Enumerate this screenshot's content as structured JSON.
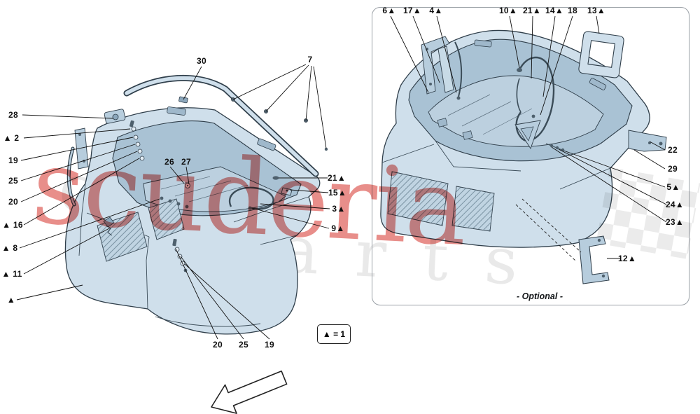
{
  "watermark": {
    "word": "scuderia",
    "ghost_top": "car",
    "ghost_bottom": "parts"
  },
  "colors": {
    "watermark_red": "#d8423c",
    "line": "#2f3e4a",
    "fill_light": "#cfdfeb",
    "fill_mid": "#a9c2d4"
  },
  "legend": {
    "label": "▲ = 1"
  },
  "left_diagram": {
    "callouts": {
      "n30": "30",
      "n7": "7",
      "n28": "28",
      "t2": "▲ 2",
      "n19": "19",
      "n25": "25",
      "n20": "20",
      "t16": "▲ 16",
      "t8": "▲ 8",
      "t11": "▲ 11",
      "lone_triangle": "▲",
      "n26": "26",
      "n27": "27",
      "t21": "21▲",
      "t15": "15▲",
      "t3": "3▲",
      "t9": "9▲",
      "b20": "20",
      "b25": "25",
      "b19": "19"
    }
  },
  "right_diagram": {
    "optional_label": "- Optional -",
    "callouts": {
      "t6": "6▲",
      "t17": "17▲",
      "t4": "4▲",
      "t10": "10▲",
      "t21": "21▲",
      "t14": "14▲",
      "n18": "18",
      "t13": "13▲",
      "n22": "22",
      "n29": "29",
      "t5": "5▲",
      "t24": "24▲",
      "t23": "23▲",
      "t12": "12▲"
    }
  }
}
